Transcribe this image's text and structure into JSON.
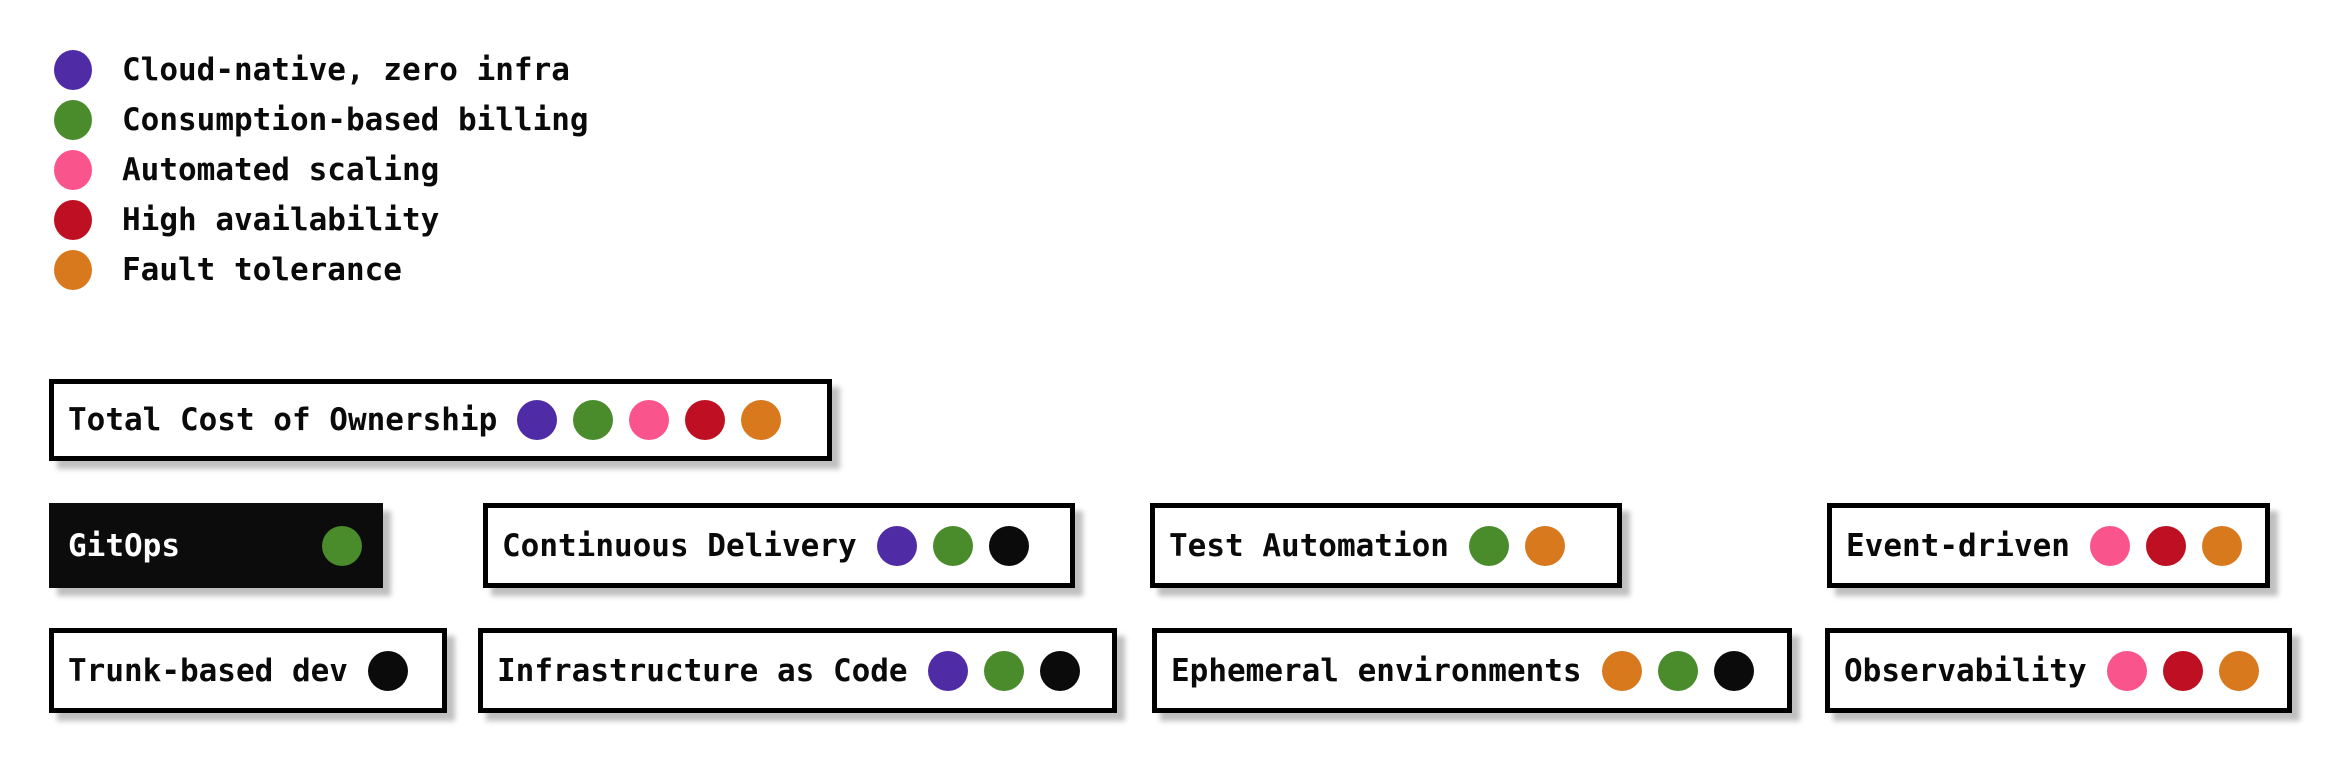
{
  "palette": {
    "purple": "#4F2BA5",
    "green": "#4A8B2C",
    "pink": "#FA548D",
    "red": "#BE1022",
    "orange": "#D9791E",
    "black": "#0B0B0B"
  },
  "legend": {
    "items": [
      {
        "label": "Cloud-native, zero infra",
        "color": "purple"
      },
      {
        "label": "Consumption-based billing",
        "color": "green"
      },
      {
        "label": "Automated scaling",
        "color": "pink"
      },
      {
        "label": "High availability",
        "color": "red"
      },
      {
        "label": "Fault tolerance",
        "color": "orange"
      }
    ]
  },
  "boxes": [
    {
      "label": "Total Cost of Ownership",
      "dots": [
        "purple",
        "green",
        "pink",
        "red",
        "orange"
      ]
    },
    {
      "label": "GitOps",
      "dots": [
        "green"
      ]
    },
    {
      "label": "Continuous Delivery",
      "dots": [
        "purple",
        "green",
        "black"
      ]
    },
    {
      "label": "Test Automation",
      "dots": [
        "green",
        "orange"
      ]
    },
    {
      "label": "Event-driven",
      "dots": [
        "pink",
        "red",
        "orange"
      ]
    },
    {
      "label": "Trunk-based dev",
      "dots": [
        "black"
      ]
    },
    {
      "label": "Infrastructure as Code",
      "dots": [
        "purple",
        "green",
        "black"
      ]
    },
    {
      "label": "Ephemeral environments",
      "dots": [
        "orange",
        "green",
        "black"
      ]
    },
    {
      "label": "Observability",
      "dots": [
        "pink",
        "red",
        "orange"
      ]
    }
  ]
}
